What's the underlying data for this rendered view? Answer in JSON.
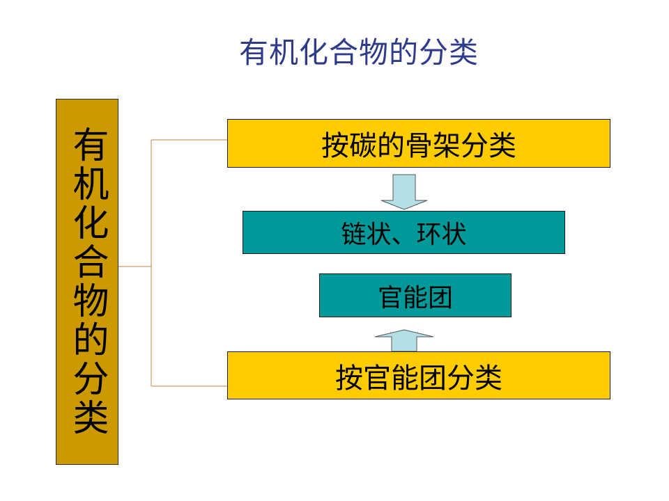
{
  "title": "有机化合物的分类",
  "left_label": "有机化合物的分类",
  "boxes": {
    "carbon_skeleton": "按碳的骨架分类",
    "chain_ring": "链状、环状",
    "functional_group": "官能团",
    "by_functional_group": "按官能团分类"
  },
  "colors": {
    "title": "#2e3b8c",
    "left_box": "#cc9900",
    "yellow_box": "#ffcc00",
    "teal_box": "#009999",
    "connector": "#cc9966",
    "arrow": "#b3e0e6"
  }
}
